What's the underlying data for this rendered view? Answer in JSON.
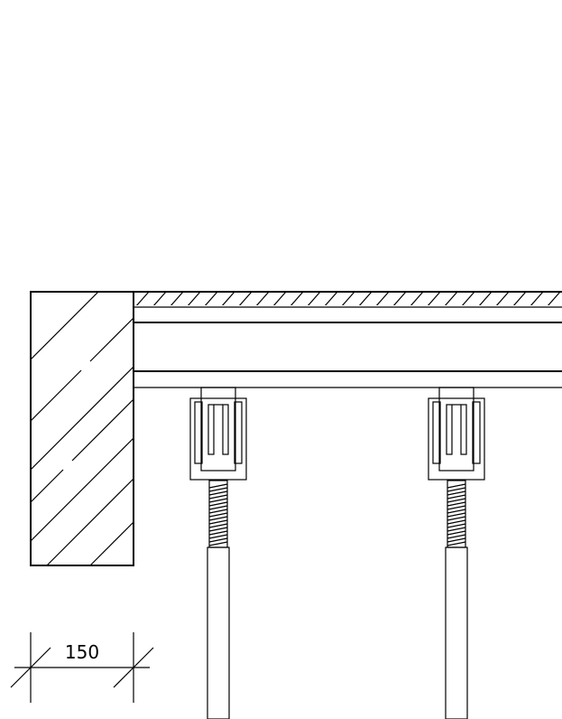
{
  "drawing": {
    "type": "technical-section",
    "line_color": "#000000",
    "background_color": "#ffffff",
    "dimension": {
      "label": "150"
    },
    "components": {
      "wall": {
        "hatch": "diagonal"
      },
      "ceiling": {
        "hatch": "diagonal"
      },
      "beam": {},
      "hangers": [
        {
          "id": "hanger-1"
        },
        {
          "id": "hanger-2"
        }
      ]
    }
  }
}
